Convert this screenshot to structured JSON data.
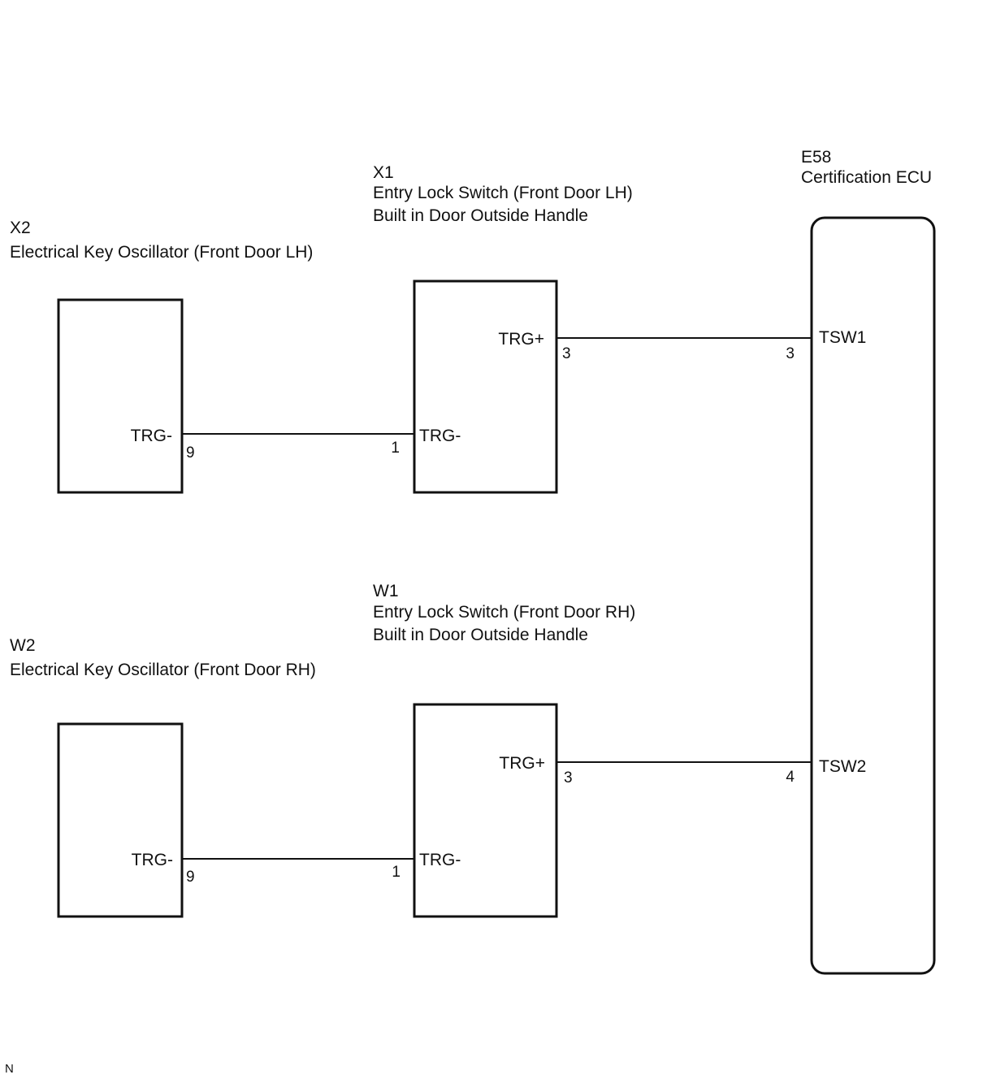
{
  "components": {
    "x2": {
      "code": "X2",
      "name": "Electrical Key Oscillator (Front Door LH)",
      "terminal": "TRG-",
      "pin": "9"
    },
    "x1": {
      "code": "X1",
      "name": "Entry Lock Switch (Front Door LH)",
      "location": "Built in Door Outside Handle",
      "terminal_plus": "TRG+",
      "pin_plus": "3",
      "terminal_minus": "TRG-",
      "pin_minus": "1"
    },
    "w2": {
      "code": "W2",
      "name": "Electrical Key Oscillator (Front Door RH)",
      "terminal": "TRG-",
      "pin": "9"
    },
    "w1": {
      "code": "W1",
      "name": "Entry Lock Switch (Front Door RH)",
      "location": "Built in Door Outside Handle",
      "terminal_plus": "TRG+",
      "pin_plus": "3",
      "terminal_minus": "TRG-",
      "pin_minus": "1"
    },
    "e58": {
      "code": "E58",
      "name": "Certification ECU",
      "terminal_1": "TSW1",
      "pin_1": "3",
      "terminal_2": "TSW2",
      "pin_2": "4"
    }
  },
  "footer": {
    "mark": "N"
  },
  "colors": {
    "line": "#111111",
    "background": "#ffffff"
  }
}
